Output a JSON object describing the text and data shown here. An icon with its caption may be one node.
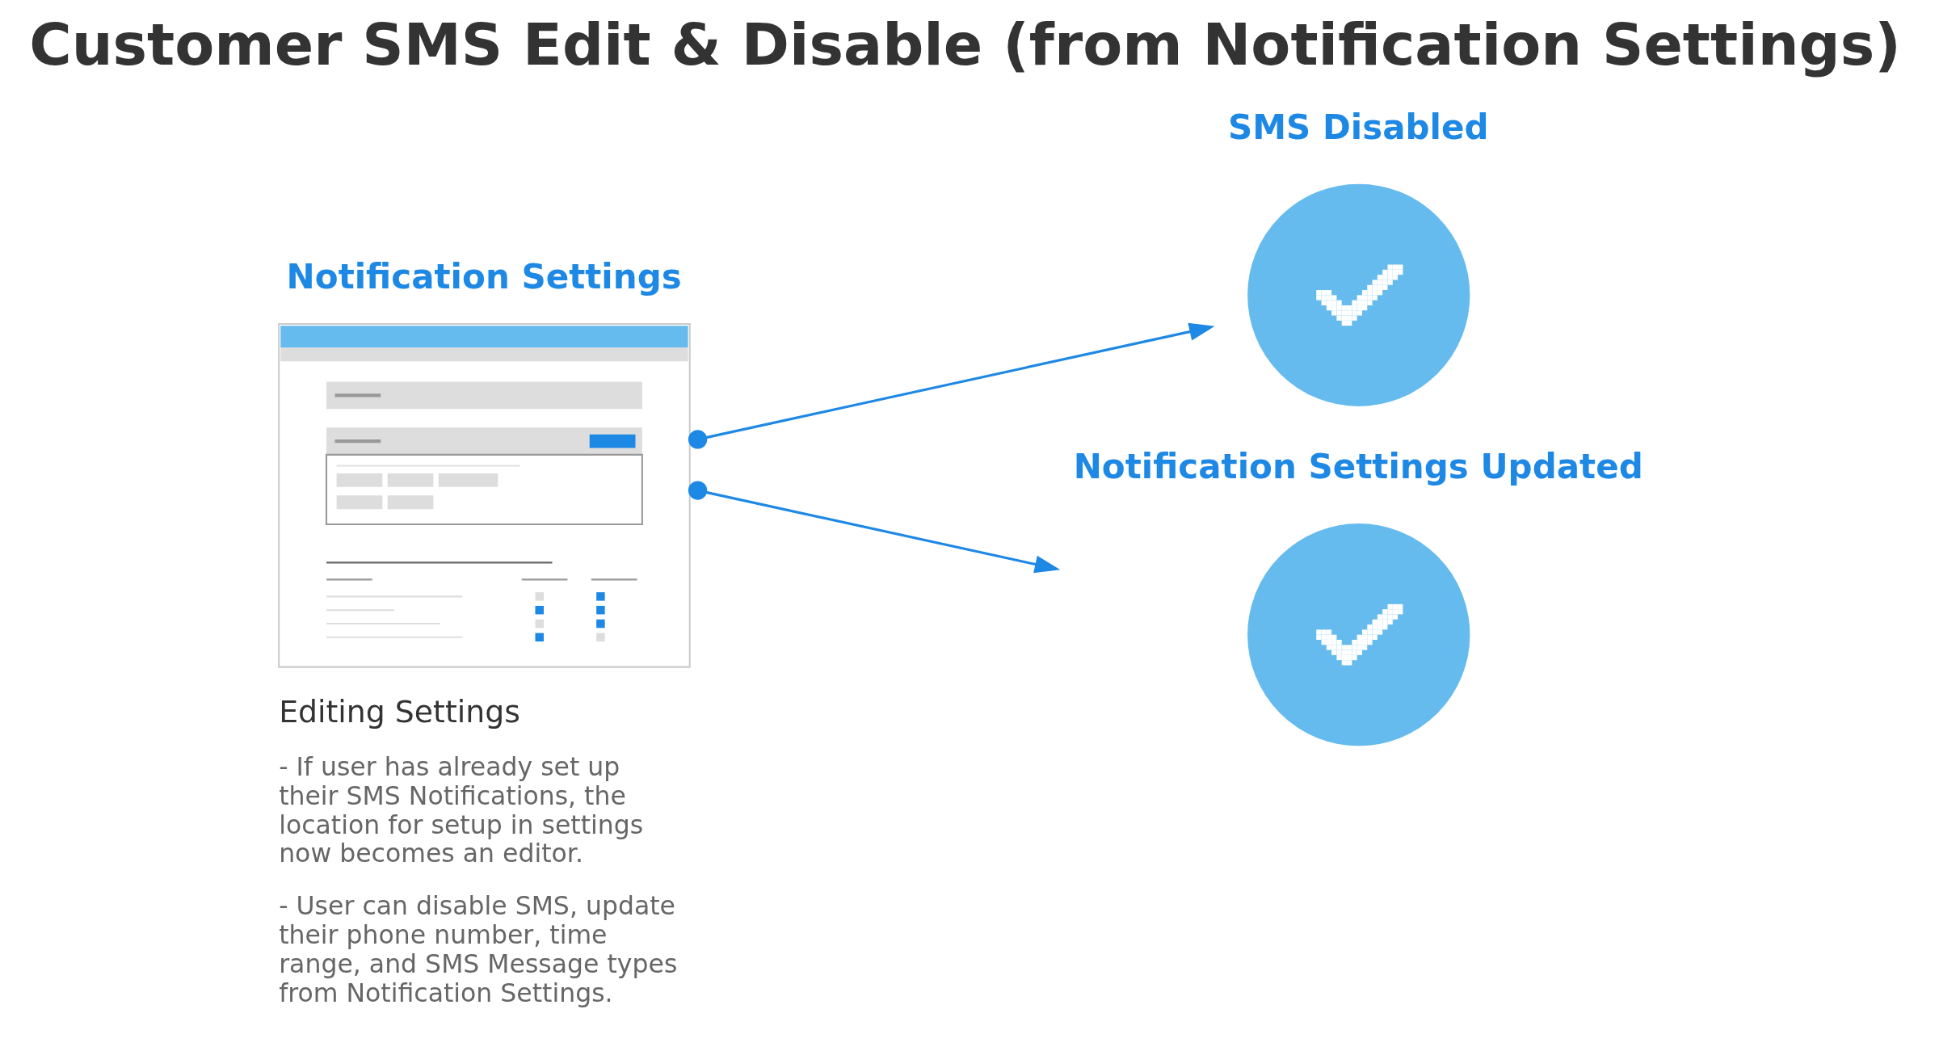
{
  "diagram": {
    "title": "Customer SMS Edit & Disable (from Notification Settings)",
    "nodes": [
      {
        "text": [
          "Notification Settings"
        ],
        "beside": [
          "Editing Settings",
          "- If user has already set up their SMS Notifications, the location for setup in settings now becomes an editor.",
          "- User can disable SMS, update their phone number, time range, and SMS Message types from Notification Settings."
        ]
      },
      {
        "text": [
          "SMS Disabled"
        ]
      },
      {
        "text": [
          "Notification Settings Updated"
        ]
      }
    ],
    "edges": [
      {
        "from": 0,
        "to": 1,
        "arrow": "to"
      },
      {
        "from": 0,
        "to": 2,
        "arrow": "to"
      }
    ]
  }
}
